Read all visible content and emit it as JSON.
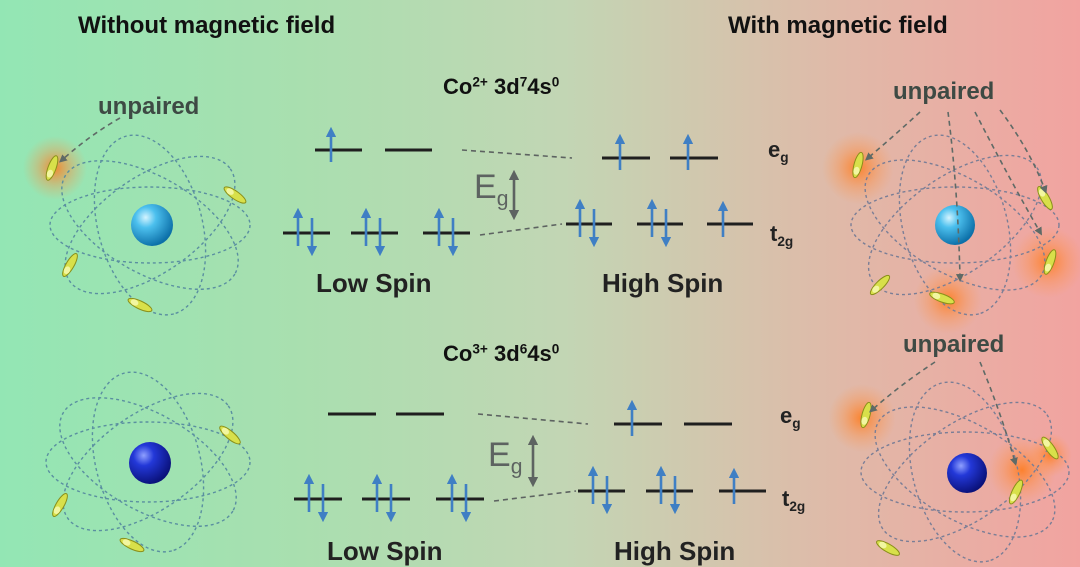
{
  "headings": {
    "without": "Without magnetic field",
    "with": "With magnetic field"
  },
  "unpaired_label": "unpaired",
  "co2": {
    "ion": "Co",
    "charge": "2+",
    "config_a": "3d",
    "config_a_sup": "7",
    "config_b": "4s",
    "config_b_sup": "0",
    "low_spin": "Low Spin",
    "high_spin": "High Spin"
  },
  "co3": {
    "ion": "Co",
    "charge": "3+",
    "config_a": "3d",
    "config_a_sup": "6",
    "config_b": "4s",
    "config_b_sup": "0",
    "low_spin": "Low Spin",
    "high_spin": "High Spin"
  },
  "terms": {
    "eg_main": "e",
    "eg_sub": "g",
    "t2g_main": "t",
    "t2g_sub": "2g",
    "gap_main": "E",
    "gap_sub": "g"
  },
  "colors": {
    "arrow": "#3f7fc4",
    "level": "#1f1f1f",
    "co2_nucleus": "#29a8e0",
    "co3_nucleus": "#1a2fc8",
    "electron": "#d8e04a",
    "glow": "#ff7a1a"
  },
  "electron_occupancy": {
    "co2_low_spin": {
      "eg": [
        "up",
        "empty"
      ],
      "t2g": [
        "pair",
        "pair",
        "pair"
      ]
    },
    "co2_high_spin": {
      "eg": [
        "up",
        "up"
      ],
      "t2g": [
        "pair",
        "pair",
        "up"
      ]
    },
    "co3_low_spin": {
      "eg": [
        "empty",
        "empty"
      ],
      "t2g": [
        "pair",
        "pair",
        "pair"
      ]
    },
    "co3_high_spin": {
      "eg": [
        "up",
        "empty"
      ],
      "t2g": [
        "pair",
        "pair",
        "up"
      ]
    }
  }
}
